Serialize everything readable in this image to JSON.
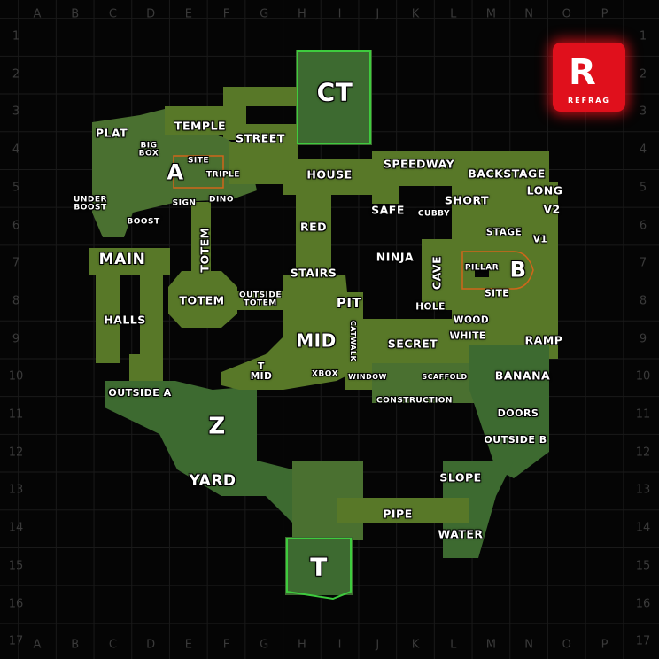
{
  "grid": {
    "columns": [
      "A",
      "B",
      "C",
      "D",
      "E",
      "F",
      "G",
      "H",
      "I",
      "J",
      "K",
      "L",
      "M",
      "N",
      "O",
      "P"
    ],
    "rows": [
      "1",
      "2",
      "3",
      "4",
      "5",
      "6",
      "7",
      "8",
      "9",
      "10",
      "11",
      "12",
      "13",
      "14",
      "15",
      "16",
      "17"
    ]
  },
  "colors": {
    "floor": "#587828",
    "floor_dark": "#3d6a30",
    "floor_light": "#6a8a2c",
    "spawn_outline": "#3ecb3e",
    "site_outline": "#d0661a",
    "logo_bg": "#e0101c"
  },
  "logo": {
    "letter": "R",
    "text": "REFRAG"
  },
  "spawns": {
    "ct": "CT",
    "t": "T"
  },
  "sites": {
    "a": "A",
    "b": "B"
  },
  "callouts": {
    "mid": "MID",
    "z": "Z",
    "yard": "YARD",
    "main": "MAIN",
    "plat": "PLAT",
    "big_box_1": "BIG",
    "big_box_2": "BOX",
    "a_site": "SITE",
    "triple": "TRIPLE",
    "temple": "TEMPLE",
    "street": "STREET",
    "under_boost_1": "UNDER",
    "under_boost_2": "BOOST",
    "boost": "BOOST",
    "sign": "SIGN",
    "dino": "DINO",
    "totem_v": "TOTEM",
    "totem": "TOTEM",
    "outside_totem_1": "OUTSIDE",
    "outside_totem_2": "TOTEM",
    "halls": "HALLS",
    "house": "HOUSE",
    "speedway": "SPEEDWAY",
    "backstage": "BACKSTAGE",
    "short": "SHORT",
    "long": "LONG",
    "v2": "V2",
    "safe": "SAFE",
    "cubby": "CUBBY",
    "stage": "STAGE",
    "v1": "V1",
    "ninja": "NINJA",
    "cave": "CAVE",
    "pillar": "PILLAR",
    "b_site": "SITE",
    "red": "RED",
    "stairs": "STAIRS",
    "pit": "PIT",
    "catwalk": "CATWALK",
    "hole": "HOLE",
    "wood": "WOOD",
    "white": "WHITE",
    "secret": "SECRET",
    "ramp": "RAMP",
    "t_mid_1": "T",
    "t_mid_2": "MID",
    "xbox": "XBOX",
    "window": "WINDOW",
    "scaffold": "SCAFFOLD",
    "banana": "BANANA",
    "construction": "CONSTRUCTION",
    "outside_a": "OUTSIDE A",
    "doors": "DOORS",
    "outside_b": "OUTSIDE B",
    "slope": "SLOPE",
    "pipe": "PIPE",
    "water": "WATER"
  }
}
